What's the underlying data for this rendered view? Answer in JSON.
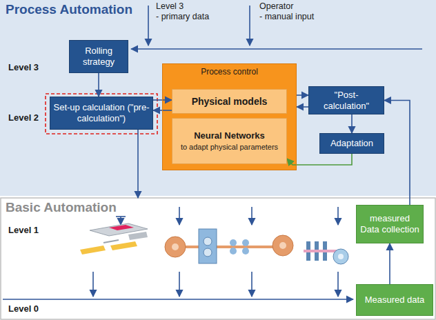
{
  "diagram": {
    "nodes": [
      {
        "text": [
          "Process Automation"
        ]
      },
      {
        "text": [
          "Rolling strategy"
        ],
        "in": 0
      },
      {
        "text": [
          "Set-up calculation (\"pre-calculation\")"
        ],
        "in": 0
      },
      {
        "text": [
          "Process control"
        ],
        "in": 0
      },
      {
        "text": [
          "Physical models"
        ],
        "in": 3
      },
      {
        "text": [
          "Neural Networks",
          "to adapt physical parameters"
        ],
        "in": 3
      },
      {
        "text": [
          "\"Post-calculation\""
        ],
        "in": 0
      },
      {
        "text": [
          "Adaptation"
        ],
        "in": 0
      },
      {
        "text": [
          "Basic Automation"
        ]
      },
      {
        "text": [
          "measured Data collection"
        ],
        "in": 8
      },
      {
        "text": [
          "Measured data"
        ],
        "in": 8
      }
    ],
    "edges": [
      {
        "from": 1,
        "to": 2,
        "arrow": "to"
      },
      {
        "from": 2,
        "to": 4,
        "arrow": "to"
      },
      {
        "from": 4,
        "to": 2,
        "arrow": "to"
      },
      {
        "from": 3,
        "to": 6,
        "arrow": "to"
      },
      {
        "from": 6,
        "to": 3,
        "arrow": "to"
      },
      {
        "from": 6,
        "to": 7,
        "arrow": "to"
      },
      {
        "from": 7,
        "to": 5,
        "arrow": "to"
      },
      {
        "from": 9,
        "to": 6,
        "arrow": "to"
      },
      {
        "from": 10,
        "to": 9,
        "arrow": "to"
      },
      {
        "from": 2,
        "to": 8,
        "arrow": "to"
      }
    ],
    "labels": [
      "Level 3",
      "- primary data",
      "Operator",
      "- manual input",
      "Level 3",
      "Level 2",
      "Level 1",
      "Level 0"
    ]
  }
}
